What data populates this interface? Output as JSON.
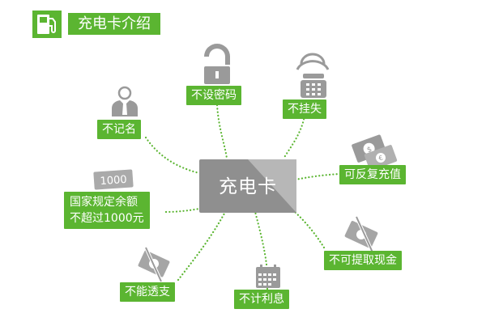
{
  "header": {
    "title": "充电卡介绍",
    "icon": "fuel-pump-icon",
    "accent": "#5bb531"
  },
  "center": {
    "label": "充电卡",
    "icon": "card-icon"
  },
  "watermark": "",
  "features": [
    {
      "id": "no-password",
      "label": "不设密码",
      "icon": "unlocked-padlock-icon"
    },
    {
      "id": "no-loss-report",
      "label": "不挂失",
      "icon": "telephone-icon"
    },
    {
      "id": "no-name",
      "label": "不记名",
      "icon": "person-icon"
    },
    {
      "id": "rechargeable",
      "label": "可反复充值",
      "icon": "money-icon"
    },
    {
      "id": "balance-limit",
      "label_line1": "国家规定余额",
      "label_line2": "不超过1000元",
      "icon": "1000-banknote-icon",
      "icon_text": "1000"
    },
    {
      "id": "no-cash-withdrawal",
      "label": "不可提取现金",
      "icon": "no-cash-icon"
    },
    {
      "id": "no-overdraft",
      "label": "不能透支",
      "icon": "no-overdraft-icon"
    },
    {
      "id": "no-interest",
      "label": "不计利息",
      "icon": "calendar-icon"
    }
  ],
  "colors": {
    "tag": "#5bb531",
    "card_dark": "#8f8f8f",
    "card_light": "#b4b4b4",
    "icon": "#9a9a9a",
    "connector": "#5bb531"
  }
}
